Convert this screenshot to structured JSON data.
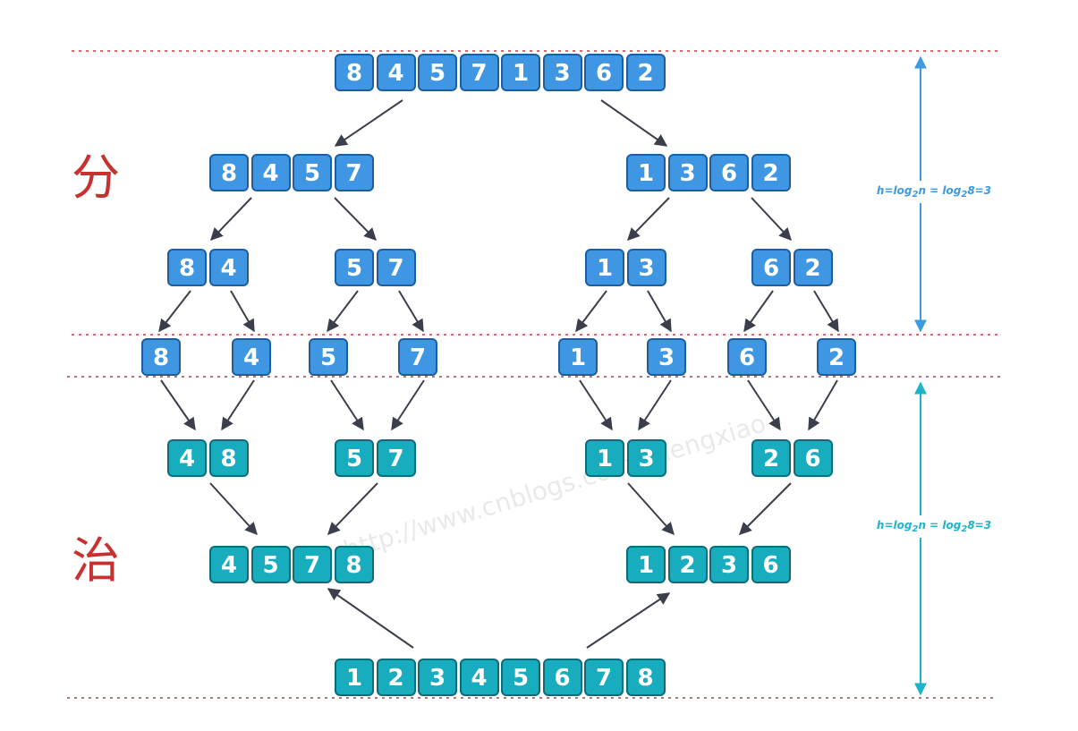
{
  "labels": {
    "divide": "分",
    "conquer": "治"
  },
  "height_formula": {
    "h_prefix": "h=log",
    "base": "2",
    "h_mid": "n = log",
    "value_part": "8=3"
  },
  "watermark": "http://www.cnblogs.com/chengxiao",
  "colors": {
    "divide_fill": "#3f97e3",
    "conquer_fill": "#17adbe",
    "label_red": "#c8312f",
    "guide_red": "#c0393b",
    "arrow": "#3b3f4c",
    "height_blue_top": "#3b9ae2",
    "height_blue_bottom": "#1cb4c9"
  },
  "divide_levels": [
    [
      [
        8,
        4,
        5,
        7,
        1,
        3,
        6,
        2
      ]
    ],
    [
      [
        8,
        4,
        5,
        7
      ],
      [
        1,
        3,
        6,
        2
      ]
    ],
    [
      [
        8,
        4
      ],
      [
        5,
        7
      ],
      [
        1,
        3
      ],
      [
        6,
        2
      ]
    ],
    [
      [
        8
      ],
      [
        4
      ],
      [
        5
      ],
      [
        7
      ],
      [
        1
      ],
      [
        3
      ],
      [
        6
      ],
      [
        2
      ]
    ]
  ],
  "conquer_levels": [
    [
      [
        4,
        8
      ],
      [
        5,
        7
      ],
      [
        1,
        3
      ],
      [
        2,
        6
      ]
    ],
    [
      [
        4,
        5,
        7,
        8
      ],
      [
        1,
        2,
        3,
        6
      ]
    ],
    [
      [
        1,
        2,
        3,
        4,
        5,
        6,
        7,
        8
      ]
    ]
  ]
}
